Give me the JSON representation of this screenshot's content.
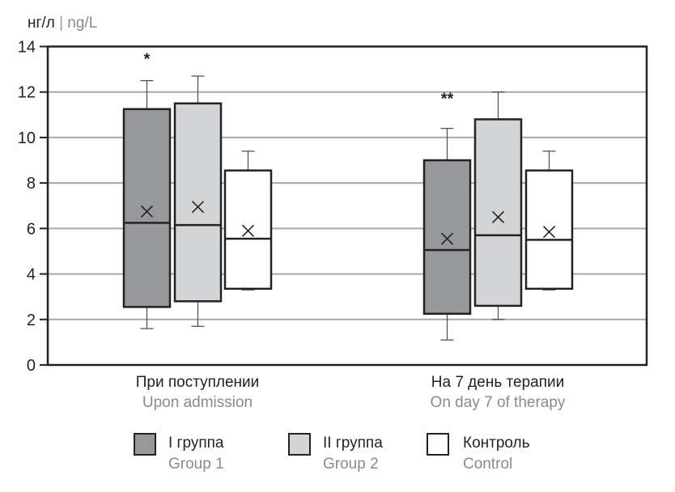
{
  "chart_data": {
    "type": "box",
    "unit_label_ru": "нг/л",
    "unit_label_en": "ng/L",
    "ylim": [
      0,
      14
    ],
    "yticks": [
      0,
      2,
      4,
      6,
      8,
      10,
      12,
      14
    ],
    "grid": true,
    "categories": [
      {
        "label_ru": "При поступлении",
        "label_en": "Upon admission",
        "annotation": "*"
      },
      {
        "label_ru": "На 7 день терапии",
        "label_en": "On day 7 of therapy",
        "annotation": "**"
      }
    ],
    "series": [
      {
        "name_ru": "I группа",
        "name_en": "Group 1",
        "color": "#97989b",
        "boxes": [
          {
            "min": 1.6,
            "q1": 2.55,
            "median": 6.25,
            "q3": 11.25,
            "max": 12.5,
            "mean": 6.75
          },
          {
            "min": 1.1,
            "q1": 2.25,
            "median": 5.05,
            "q3": 9.0,
            "max": 10.4,
            "mean": 5.55
          }
        ]
      },
      {
        "name_ru": "II группа",
        "name_en": "Group 2",
        "color": "#d3d4d6",
        "boxes": [
          {
            "min": 1.7,
            "q1": 2.8,
            "median": 6.15,
            "q3": 11.5,
            "max": 12.7,
            "mean": 6.95
          },
          {
            "min": 2.0,
            "q1": 2.6,
            "median": 5.7,
            "q3": 10.8,
            "max": 12.0,
            "mean": 6.5
          }
        ]
      },
      {
        "name_ru": "Контроль",
        "name_en": "Control",
        "color": "#ffffff",
        "boxes": [
          {
            "min": 3.3,
            "q1": 3.35,
            "median": 5.55,
            "q3": 8.55,
            "max": 9.4,
            "mean": 5.9
          },
          {
            "min": 3.3,
            "q1": 3.35,
            "median": 5.5,
            "q3": 8.55,
            "max": 9.4,
            "mean": 5.85
          }
        ]
      }
    ],
    "legend_placement": "bottom"
  }
}
